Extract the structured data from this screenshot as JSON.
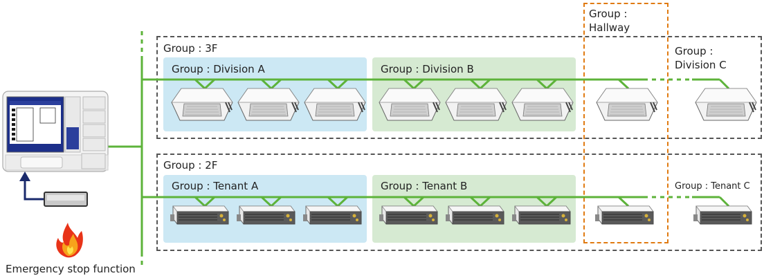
{
  "floors": [
    {
      "label": "Group : 3F",
      "groups": [
        {
          "label": "Group : Division A",
          "color": "#cce8f4"
        },
        {
          "label": "Group : Division B",
          "color": "#d6ead2"
        },
        {
          "label": "Group : Division C"
        }
      ]
    },
    {
      "label": "Group : 2F",
      "groups": [
        {
          "label": "Group : Tenant A",
          "color": "#cce8f4"
        },
        {
          "label": "Group : Tenant B",
          "color": "#d6ead2"
        },
        {
          "label": "Group : Tenant C"
        }
      ]
    }
  ],
  "hallway": {
    "label_line1": "Group :",
    "label_line2": "Hallway",
    "border_color": "#e07a10"
  },
  "controller": {
    "caption": "Emergency stop function",
    "icon": "fire-icon"
  },
  "colors": {
    "line": "#5db33a",
    "arrow": "#1a2a6c",
    "floor_border": "#555555"
  }
}
